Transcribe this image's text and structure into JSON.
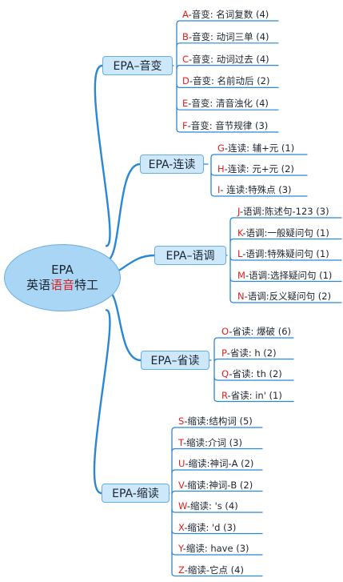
{
  "root": {
    "line1": "EPA",
    "line2_prefix": "英语",
    "line2_highlight": "语音",
    "line2_suffix": "特工"
  },
  "colors": {
    "link": "#2b86d3",
    "root_fill": "#a9d6f4",
    "branch_fill": "#cde8fb",
    "code": "#e02020"
  },
  "branches": [
    {
      "label": "EPA–音变",
      "items": [
        {
          "code": "A",
          "text": "-音变: 名词复数 (4)"
        },
        {
          "code": "B",
          "text": "-音变: 动词三单 (4)"
        },
        {
          "code": "C",
          "text": "-音变: 动词过去 (4)"
        },
        {
          "code": "D",
          "text": "-音变: 名前动后 (2)"
        },
        {
          "code": "E",
          "text": "-音变: 清音浊化 (4)"
        },
        {
          "code": "F",
          "text": "-音变: 音节规律 (3)"
        }
      ]
    },
    {
      "label": "EPA-连读",
      "items": [
        {
          "code": "G",
          "text": "-连读: 辅+元 (1)"
        },
        {
          "code": "H",
          "text": "-连读: 元+元 (2)"
        },
        {
          "code": "I",
          "text": "- 连读:特殊点 (3)"
        }
      ]
    },
    {
      "label": "EPA–语调",
      "items": [
        {
          "code": "J",
          "text": "-语调:陈述句-123 (3)"
        },
        {
          "code": "K",
          "text": "-语调:一般疑问句 (1)"
        },
        {
          "code": "L",
          "text": "-语调:特殊疑问句 (1)"
        },
        {
          "code": "M",
          "text": "-语调:选择疑问句 (1)"
        },
        {
          "code": "N",
          "text": "-语调:反义疑问句 (2)"
        }
      ]
    },
    {
      "label": "EPA–省读",
      "items": [
        {
          "code": "O",
          "text": "-省读: 爆破 (6)"
        },
        {
          "code": "P",
          "text": "-省读:  h (2)"
        },
        {
          "code": "Q",
          "text": "-省读: th (2)"
        },
        {
          "code": "R",
          "text": "-省读: in' (1)"
        }
      ]
    },
    {
      "label": "EPA-缩读",
      "items": [
        {
          "code": "S",
          "text": "-缩读:结构词 (5)"
        },
        {
          "code": "T",
          "text": "-缩读:介词 (3)"
        },
        {
          "code": "U",
          "text": "-缩读:神词-A (2)"
        },
        {
          "code": "V",
          "text": "-缩读:神词-B (2)"
        },
        {
          "code": "W",
          "text": "-缩读: 's (4)"
        },
        {
          "code": "X",
          "text": "-缩读: 'd (3)"
        },
        {
          "code": "Y",
          "text": "-缩读: have (3)"
        },
        {
          "code": "Z",
          "text": "-缩读-它点 (4)"
        }
      ]
    }
  ]
}
